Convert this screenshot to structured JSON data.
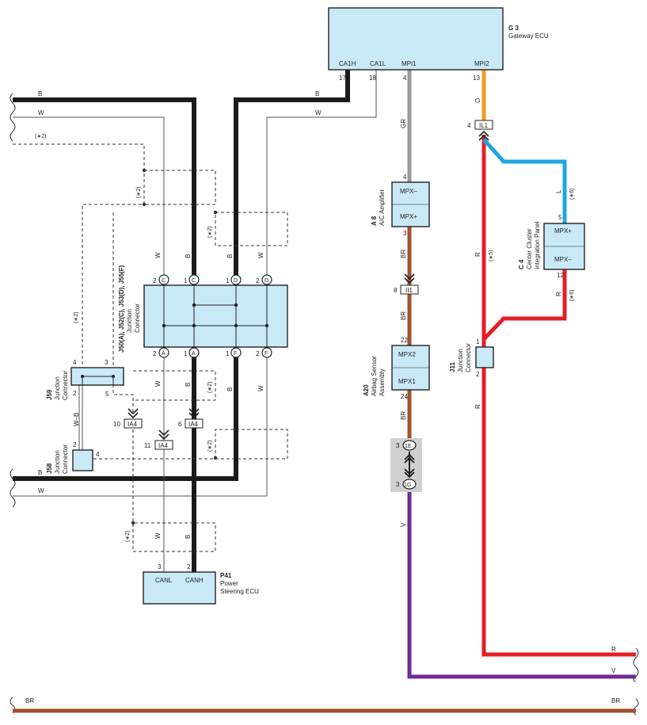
{
  "colors": {
    "black": "#1a1a1a",
    "gray": "#9a9a9a",
    "orange": "#f39c1e",
    "red": "#e41e26",
    "blue": "#1ea6e2",
    "brown": "#a0522d",
    "violet": "#6f2b91",
    "component_fill": "#c9e9f7",
    "connector_gray": "#d0d0d0"
  },
  "g3": {
    "code": "G 3",
    "name": "Gateway ECU",
    "pins": [
      {
        "label": "CA1H",
        "num": "17"
      },
      {
        "label": "CA1L",
        "num": "18"
      },
      {
        "label": "MPI1",
        "num": "4"
      },
      {
        "label": "MPI2",
        "num": "13"
      }
    ]
  },
  "a8": {
    "code": "A 8",
    "name": "A/C Amplifier",
    "pin_top_label": "MPX–",
    "pin_top_num": "4",
    "pin_bot_label": "MPX+",
    "pin_bot_num": "3"
  },
  "a20": {
    "code": "A20",
    "name": "Airbag Sensor Assembly",
    "pin_top_label": "MPX2",
    "pin_top_num": "22",
    "pin_bot_label": "MPX1",
    "pin_bot_num": "24"
  },
  "c4": {
    "code": "C 4",
    "name_line1": "Center Cluster",
    "name_line2": "Integration Panel",
    "pin_top_label": "MPX+",
    "pin_top_num": "5",
    "pin_bot_label": "MPX–",
    "pin_bot_num": "12"
  },
  "j11": {
    "code": "J11",
    "name_line1": "Junction",
    "name_line2": "Connector",
    "pin_top": "1",
    "pin_bot": "2"
  },
  "j50": {
    "code": "J50(A), J52(C), J53(D), J55(F)",
    "name_line1": "Junction",
    "name_line2": "Connector",
    "top_pins": [
      {
        "num": "2",
        "letter": "C"
      },
      {
        "num": "1",
        "letter": "C"
      },
      {
        "num": "1",
        "letter": "D"
      },
      {
        "num": "2",
        "letter": "D"
      }
    ],
    "bot_pins": [
      {
        "num": "2",
        "letter": "A"
      },
      {
        "num": "1",
        "letter": "A"
      },
      {
        "num": "1",
        "letter": "F"
      },
      {
        "num": "2",
        "letter": "F"
      }
    ]
  },
  "j59": {
    "code": "J59",
    "name_line1": "Junction",
    "name_line2": "Connector",
    "pin_tl": "4",
    "pin_tr": "3",
    "pin_bl": "2",
    "pin_br": "5"
  },
  "j58": {
    "code": "J58",
    "name_line1": "Junction",
    "name_line2": "Connector",
    "pin_t": "2",
    "pin_r": "4"
  },
  "p41": {
    "code": "P41",
    "name_line1": "Power",
    "name_line2": "Steering ECU",
    "pins": [
      {
        "label": "CANL",
        "num": "3"
      },
      {
        "label": "CANH",
        "num": "2"
      }
    ]
  },
  "connectors": {
    "il1": {
      "label": "IL1",
      "num": "4"
    },
    "ii1": {
      "label": "II1",
      "num": "8"
    },
    "ia4_a": {
      "label": "IA4",
      "num": "10"
    },
    "ia4_b": {
      "label": "IA4",
      "num": "6"
    },
    "ia4_c": {
      "label": "IA4",
      "num": "11"
    },
    "e1": {
      "label": "1E",
      "num": "3"
    },
    "g1": {
      "label": "1G",
      "num": "3"
    }
  },
  "wire_colors": {
    "b": "B",
    "w": "W",
    "gr": "GR",
    "o": "O",
    "r": "R",
    "l": "L",
    "br": "BR",
    "v": "V",
    "wb": "W–B"
  },
  "notes": {
    "n2": "(∗2)",
    "n5": "(∗5)",
    "n6": "(∗6)"
  }
}
